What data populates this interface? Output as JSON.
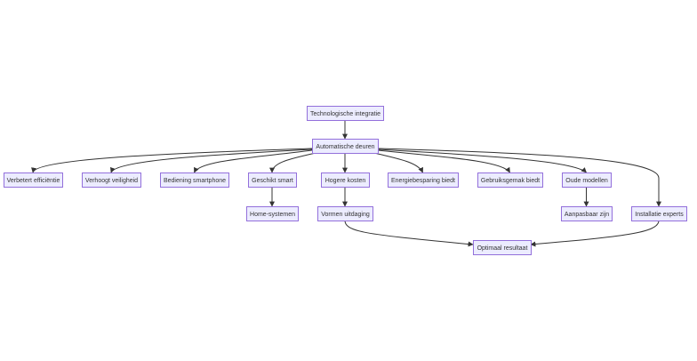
{
  "diagram": {
    "type": "flowchart",
    "direction": "top-down",
    "colors": {
      "node_fill": "#ECECFF",
      "node_border": "#9370DB",
      "edge": "#333333",
      "text": "#333333"
    },
    "nodes": [
      {
        "id": "A",
        "label": "Technologische integratie"
      },
      {
        "id": "B",
        "label": "Automatische deuren"
      },
      {
        "id": "C",
        "label": "Verbetert efficiëntie"
      },
      {
        "id": "D",
        "label": "Verhoogt veiligheid"
      },
      {
        "id": "E",
        "label": "Bediening smartphone"
      },
      {
        "id": "F",
        "label": "Geschikt smart"
      },
      {
        "id": "G",
        "label": "Hogere kosten"
      },
      {
        "id": "H",
        "label": "Energiebesparing biedt"
      },
      {
        "id": "I",
        "label": "Gebruiksgemak biedt"
      },
      {
        "id": "J",
        "label": "Oude modellen"
      },
      {
        "id": "K",
        "label": "Home-systemen"
      },
      {
        "id": "L",
        "label": "Vormen uitdaging"
      },
      {
        "id": "M",
        "label": "Aanpasbaar zijn"
      },
      {
        "id": "N",
        "label": "Installatie experts"
      },
      {
        "id": "O",
        "label": "Optimaal resultaat"
      }
    ],
    "edges": [
      {
        "from": "A",
        "to": "B"
      },
      {
        "from": "B",
        "to": "C"
      },
      {
        "from": "B",
        "to": "D"
      },
      {
        "from": "B",
        "to": "E"
      },
      {
        "from": "B",
        "to": "F"
      },
      {
        "from": "B",
        "to": "G"
      },
      {
        "from": "B",
        "to": "H"
      },
      {
        "from": "B",
        "to": "I"
      },
      {
        "from": "B",
        "to": "J"
      },
      {
        "from": "B",
        "to": "N"
      },
      {
        "from": "F",
        "to": "K"
      },
      {
        "from": "G",
        "to": "L"
      },
      {
        "from": "J",
        "to": "M"
      },
      {
        "from": "L",
        "to": "O"
      },
      {
        "from": "N",
        "to": "O"
      }
    ]
  }
}
